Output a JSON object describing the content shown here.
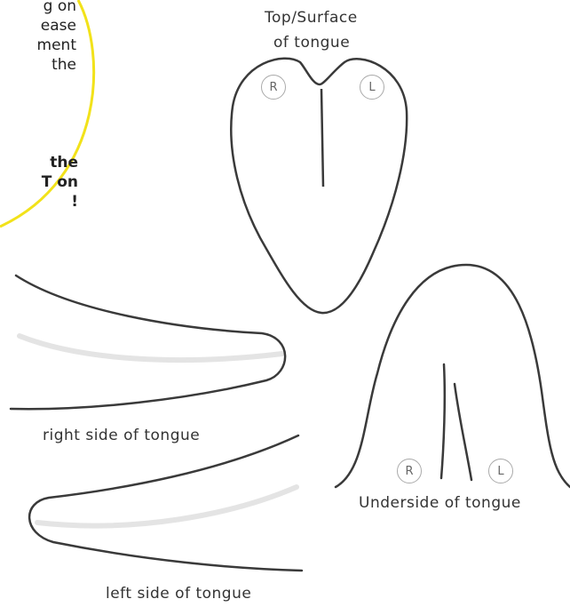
{
  "callout": {
    "lines": [
      "g on",
      "ease",
      "ment",
      "the"
    ],
    "bold_lines": [
      "the",
      "T on",
      "!"
    ]
  },
  "top_view": {
    "title_line1": "Top/Surface",
    "title_line2": "of  tongue",
    "right_marker": "R",
    "left_marker": "L"
  },
  "underside_view": {
    "title": "Underside of tongue",
    "right_marker": "R",
    "left_marker": "L"
  },
  "right_side_view": {
    "title": "right side of tongue"
  },
  "left_side_view": {
    "title": "left side of tongue"
  },
  "colors": {
    "outline": "#3a3a3a",
    "accent_yellow": "#f2e21a",
    "shading": "#e6e6e6",
    "marker_border": "#aaaaaa"
  }
}
